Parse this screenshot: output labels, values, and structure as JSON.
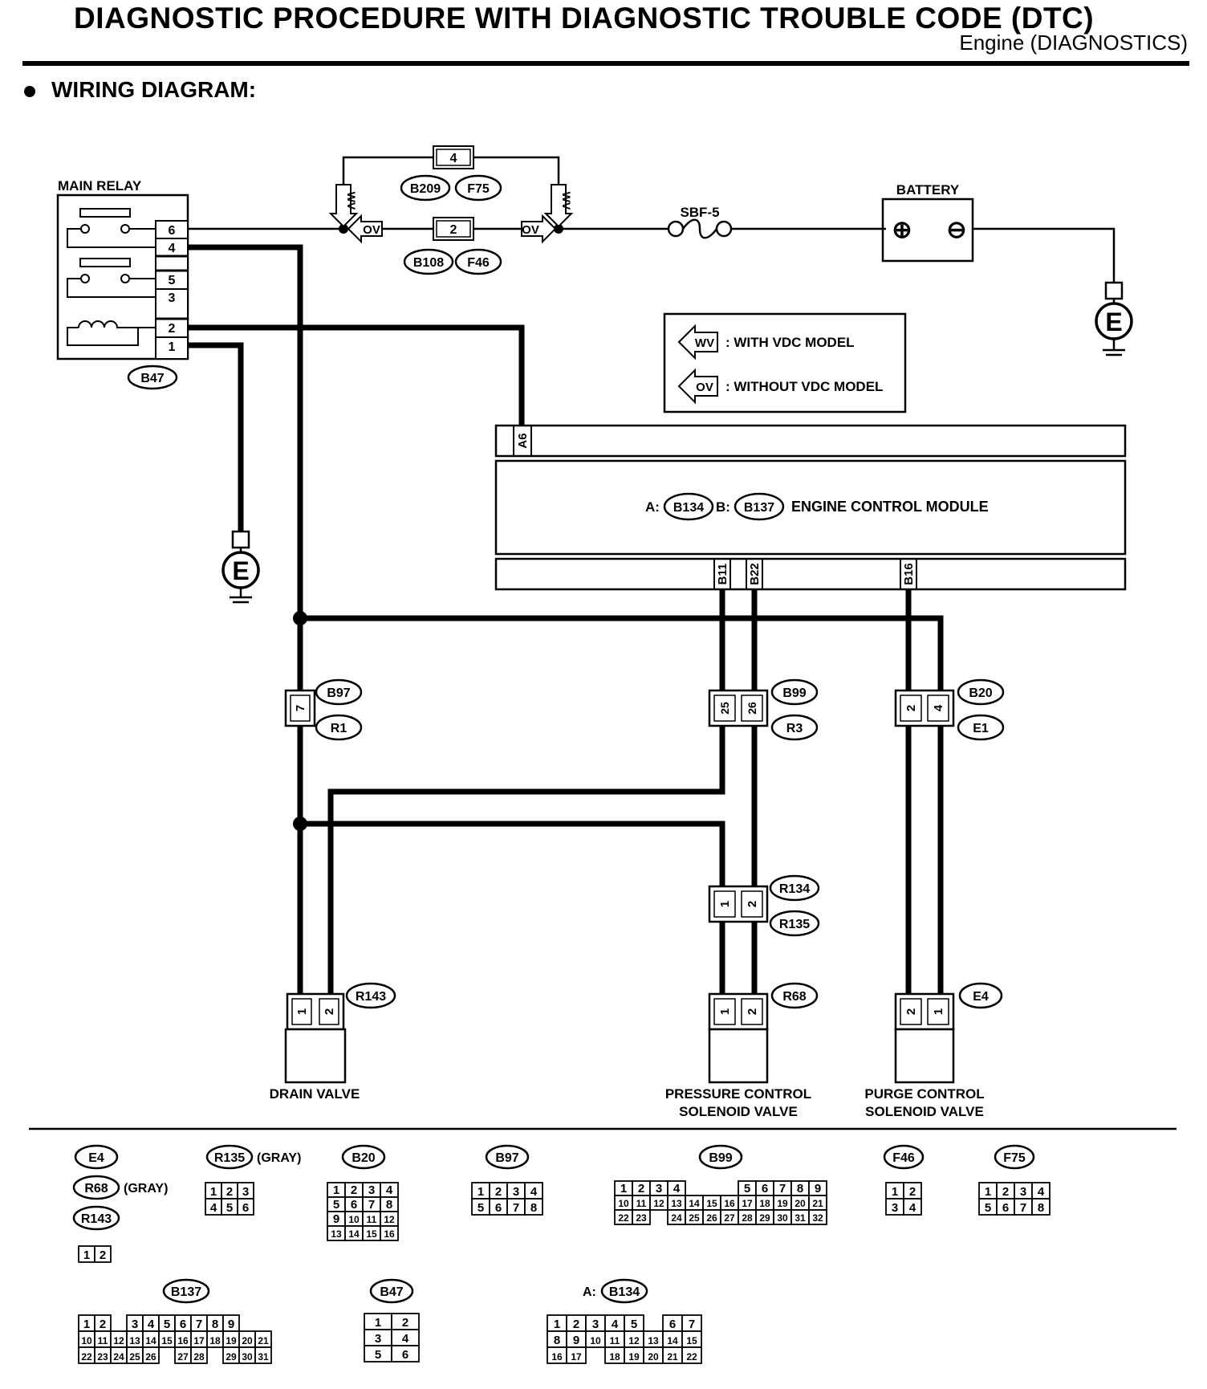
{
  "header": {
    "title": "DIAGNOSTIC PROCEDURE WITH DIAGNOSTIC TROUBLE CODE (DTC)",
    "subtitle": "Engine (DIAGNOSTICS)"
  },
  "section": {
    "title": "WIRING DIAGRAM:"
  },
  "components": {
    "main_relay": "MAIN RELAY",
    "battery": "BATTERY",
    "fuse": "SBF-5",
    "ecm": "ENGINE CONTROL MODULE",
    "ecm_conn_a": "A:",
    "ecm_conn_b": "B:",
    "drain_valve": "DRAIN VALVE",
    "pcsv_line1": "PRESSURE CONTROL",
    "pcsv_line2": "SOLENOID VALVE",
    "purge_line1": "PURGE CONTROL",
    "purge_line2": "SOLENOID VALVE",
    "ground": "E",
    "battery_plus": "⊕",
    "battery_minus": "⊖"
  },
  "legend": {
    "wv_tag": "WV",
    "wv_text": ": WITH VDC MODEL",
    "ov_tag": "OV",
    "ov_text": ": WITHOUT VDC MODEL"
  },
  "relay_pins": [
    "6",
    "4",
    "5",
    "3",
    "2",
    "1"
  ],
  "ecm_pins": {
    "a6": "A6",
    "b11": "B11",
    "b22": "B22",
    "b16": "B16"
  },
  "conn_labels": {
    "b47": "B47",
    "b209": "B209",
    "f75": "F75",
    "b108": "B108",
    "f46": "F46",
    "b134": "B134",
    "b137": "B137",
    "b97": "B97",
    "r1": "R1",
    "b99": "B99",
    "r3": "R3",
    "b20": "B20",
    "e1": "E1",
    "r134": "R134",
    "r135": "R135",
    "r143": "R143",
    "r68": "R68",
    "e4": "E4"
  },
  "conn_pins": {
    "jc4": "4",
    "jc2": "2",
    "b97_7": "7",
    "b99_25": "25",
    "b99_26": "26",
    "b20_2": "2",
    "b20_4": "4",
    "r134_1": "1",
    "r134_2": "2",
    "r143_1": "1",
    "r143_2": "2",
    "r68_1": "1",
    "r68_2": "2",
    "e4_2": "2",
    "e4_1": "1"
  },
  "connector_faces": {
    "e4": "E4",
    "r68": "R68",
    "r68_note": "(GRAY)",
    "r143": "R143",
    "e4_rows": [
      [
        "1",
        "2"
      ]
    ],
    "r135": "R135",
    "r135_note": "(GRAY)",
    "r135_rows": [
      [
        "1",
        "2",
        "3"
      ],
      [
        "4",
        "5",
        "6"
      ]
    ],
    "b20": "B20",
    "b20_rows": [
      [
        "1",
        "2",
        "3",
        "4"
      ],
      [
        "5",
        "6",
        "7",
        "8"
      ],
      [
        "9",
        "10",
        "11",
        "12"
      ],
      [
        "13",
        "14",
        "15",
        "16"
      ]
    ],
    "b97": "B97",
    "b97_rows": [
      [
        "1",
        "2",
        "3",
        "4"
      ],
      [
        "5",
        "6",
        "7",
        "8"
      ]
    ],
    "b99": "B99",
    "b99_rows": [
      [
        "1",
        "2",
        "3",
        "4",
        "",
        "",
        "",
        "5",
        "6",
        "7",
        "8",
        "9"
      ],
      [
        "10",
        "11",
        "12",
        "13",
        "14",
        "15",
        "16",
        "17",
        "18",
        "19",
        "20",
        "21"
      ],
      [
        "22",
        "23",
        "",
        "24",
        "25",
        "26",
        "27",
        "28",
        "29",
        "30",
        "31",
        "32"
      ]
    ],
    "f46": "F46",
    "f46_rows": [
      [
        "1",
        "2"
      ],
      [
        "3",
        "4"
      ]
    ],
    "f75": "F75",
    "f75_rows": [
      [
        "1",
        "2",
        "3",
        "4"
      ],
      [
        "5",
        "6",
        "7",
        "8"
      ]
    ],
    "b137": "B137",
    "b137_rows": [
      [
        "1",
        "2",
        "",
        "3",
        "4",
        "5",
        "6",
        "7",
        "8",
        "9"
      ],
      [
        "10",
        "11",
        "12",
        "13",
        "14",
        "15",
        "16",
        "17",
        "18",
        "19",
        "20",
        "21"
      ],
      [
        "22",
        "23",
        "24",
        "25",
        "26",
        "",
        "27",
        "28",
        "",
        "29",
        "30",
        "31"
      ]
    ],
    "b47": "B47",
    "b47_rows": [
      [
        "1",
        "2"
      ],
      [
        "3",
        "4"
      ],
      [
        "5",
        "6"
      ]
    ],
    "b134_prefix": "A:",
    "b134": "B134",
    "b134_rows": [
      [
        "1",
        "2",
        "3",
        "4",
        "5",
        "",
        "6",
        "7"
      ],
      [
        "8",
        "9",
        "10",
        "11",
        "12",
        "13",
        "14",
        "15"
      ],
      [
        "16",
        "17",
        "",
        "18",
        "19",
        "20",
        "21",
        "22"
      ]
    ]
  }
}
